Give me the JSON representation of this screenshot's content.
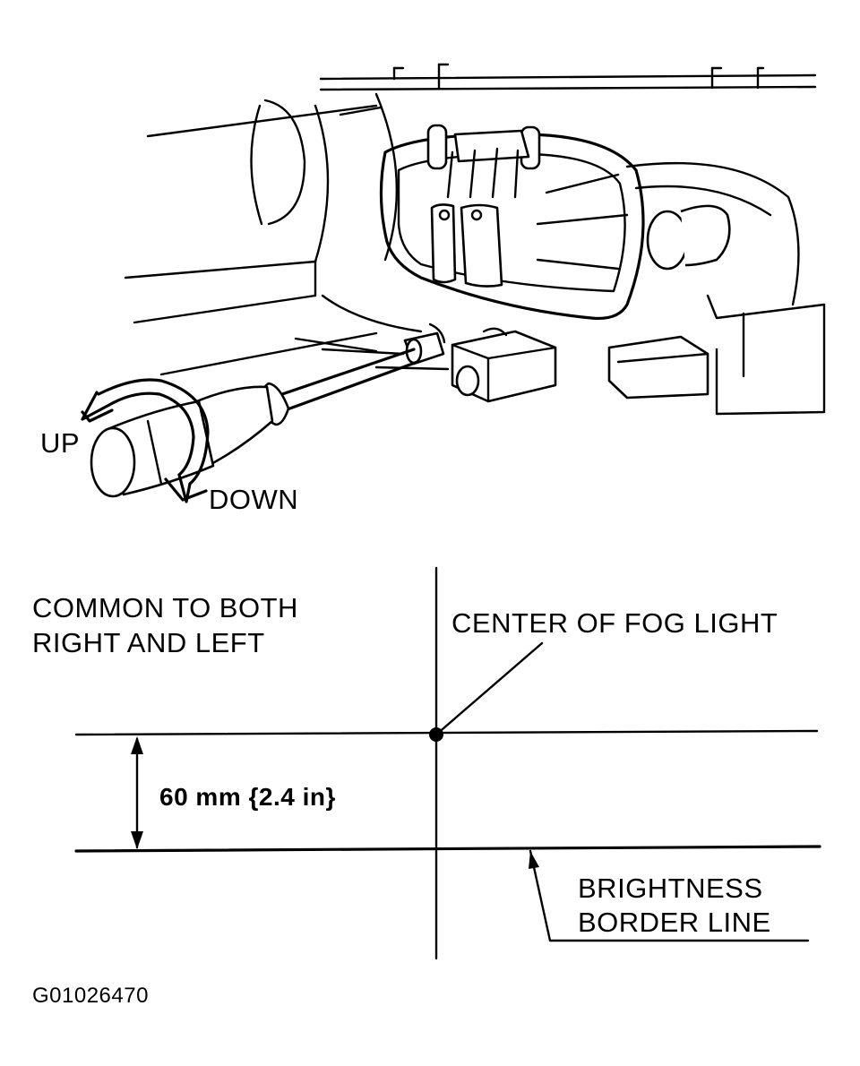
{
  "labels": {
    "up": "UP",
    "down": "DOWN",
    "common": [
      "COMMON TO BOTH",
      "RIGHT AND LEFT"
    ],
    "center": "CENTER OF FOG LIGHT",
    "distance": "60 mm {2.4 in}",
    "brightness": [
      "BRIGHTNESS",
      "BORDER LINE"
    ],
    "code": "G01026470"
  },
  "icons": [
    "fog-light-assembly",
    "screwdriver",
    "rotation-arrow",
    "dimension-arrow"
  ]
}
